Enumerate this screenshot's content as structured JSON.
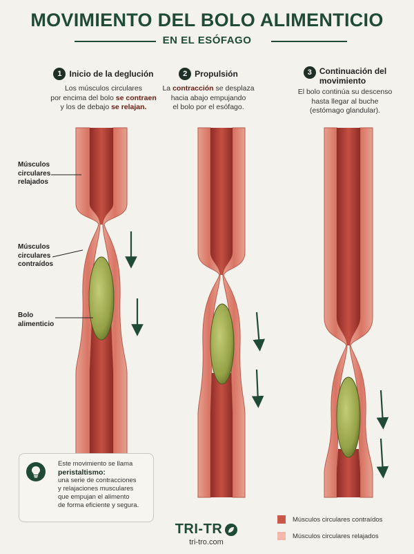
{
  "title": "MOVIMIENTO DEL BOLO ALIMENTICIO",
  "subtitle": "EN EL ESÓFAGO",
  "colors": {
    "brand_green": "#1f4a33",
    "contracted": "#c9584b",
    "relaxed": "#f2b8aa",
    "bolus": "#9aa84c"
  },
  "steps": [
    {
      "number": "1",
      "title": "Inicio de la deglución",
      "desc_parts": [
        "Los músculos circulares",
        "por encima del bolo",
        "se contraen",
        "y los de debajo",
        "se relajan."
      ]
    },
    {
      "number": "2",
      "title": "Propulsión",
      "desc_parts": [
        "La",
        "contracción",
        "se desplaza",
        "hacia abajo empujando",
        "el bolo por el esófago."
      ]
    },
    {
      "number": "3",
      "title_line1": "Continuación del",
      "title_line2": "movimiento",
      "desc_parts": [
        "El bolo continúa su descenso",
        "hasta llegar al buche",
        "(estómago glandular)."
      ]
    }
  ],
  "labels": {
    "relaxed_l1": "Músculos",
    "relaxed_l2": "circulares",
    "relaxed_l3": "relajados",
    "contracted_l1": "Músculos",
    "contracted_l2": "circulares",
    "contracted_l3": "contraídos",
    "bolus_l1": "Bolo",
    "bolus_l2": "alimenticio"
  },
  "info": {
    "line1": "Este movimiento se llama",
    "term": "peristaltismo:",
    "line2": "una serie de contracciones",
    "line3": "y relajaciones musculares",
    "line4": "que empujan el alimento",
    "line5": "de forma eficiente y segura."
  },
  "brand": {
    "logo_left": "TRI-TR",
    "logo_right": "O",
    "url": "tri-tro.com"
  },
  "legend": {
    "contracted": "Músculos circulares contraídos",
    "relaxed": "Músculos circulares relajados"
  }
}
